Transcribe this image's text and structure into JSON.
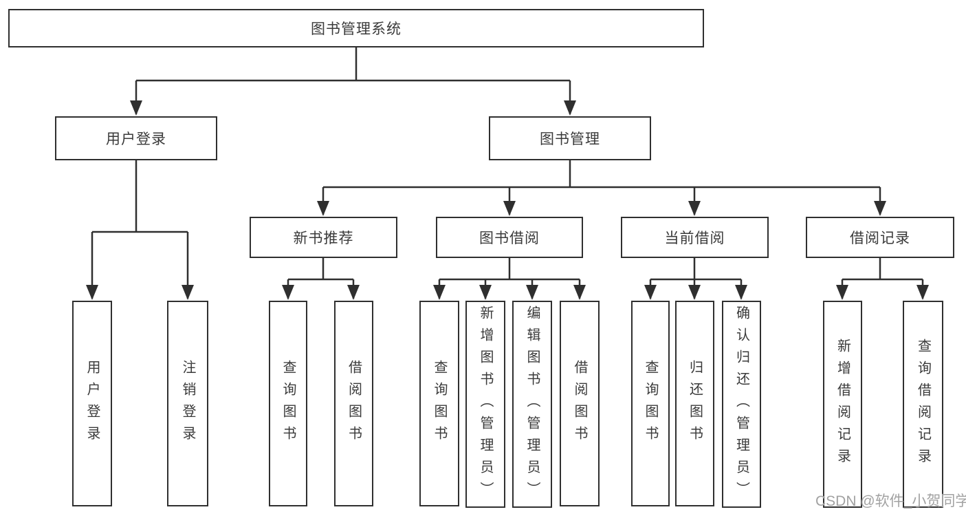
{
  "diagram": {
    "root": {
      "label": "图书管理系统"
    },
    "level2": [
      {
        "label": "用户登录"
      },
      {
        "label": "图书管理"
      }
    ],
    "level3": [
      {
        "label": "新书推荐"
      },
      {
        "label": "图书借阅"
      },
      {
        "label": "当前借阅"
      },
      {
        "label": "借阅记录"
      }
    ],
    "leaves": {
      "user_login": [
        "用户登录",
        "注销登录"
      ],
      "new_books": [
        "查询图书",
        "借阅图书"
      ],
      "book_borrow": [
        "查询图书",
        "新增图书（管理员）",
        "编辑图书（管理员）",
        "借阅图书"
      ],
      "current_borrow": [
        "查询图书",
        "归还图书",
        "确认归还（管理员）"
      ],
      "borrow_records": [
        "新增借阅记录",
        "查询借阅记录"
      ]
    }
  },
  "watermark": {
    "text": "CSDN @软件_小贺同学"
  },
  "colors": {
    "line": "#2f2f2f",
    "text": "#3a3a3a",
    "background": "#ffffff",
    "watermark": "#a2a2a2"
  }
}
